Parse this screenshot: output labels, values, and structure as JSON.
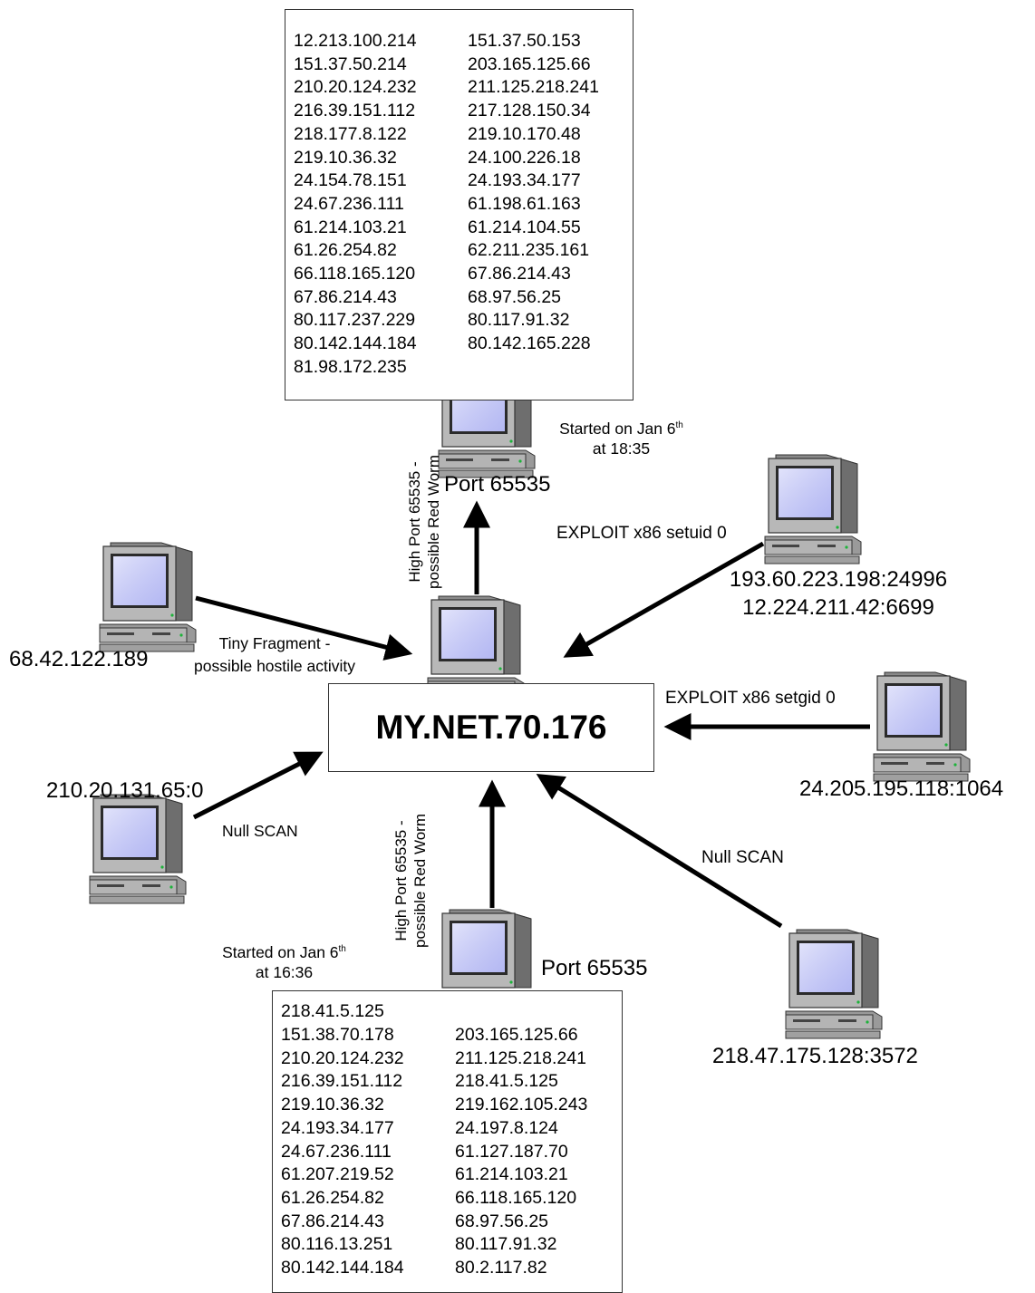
{
  "center_node": {
    "label": "MY.NET.70.176"
  },
  "top_node": {
    "port": "Port 65535",
    "started_line1_prefix": "Started on Jan 6",
    "started_line1_sup": "th",
    "started_line2": "at 18:35",
    "edge_label_line1": "High Port 65535 -",
    "edge_label_line2": "possible Red Worm",
    "ip_list": [
      "12.213.100.214",
      "151.37.50.153",
      "151.37.50.214",
      "203.165.125.66",
      "210.20.124.232",
      "211.125.218.241",
      "216.39.151.112",
      "217.128.150.34",
      "218.177.8.122",
      "219.10.170.48",
      "219.10.36.32",
      "24.100.226.18",
      "24.154.78.151",
      "24.193.34.177",
      "24.67.236.111",
      "61.198.61.163",
      "61.214.103.21",
      "61.214.104.55",
      "61.26.254.82",
      "62.211.235.161",
      "66.118.165.120",
      "67.86.214.43",
      "67.86.214.43",
      "68.97.56.25",
      "80.117.237.229",
      "80.117.91.32",
      "80.142.144.184",
      "80.142.165.228",
      "81.98.172.235"
    ]
  },
  "bottom_node": {
    "port": "Port 65535",
    "started_line1_prefix": "Started on Jan 6",
    "started_line1_sup": "th",
    "started_line2": "at 16:36",
    "edge_label_line1": "High Port 65535 -",
    "edge_label_line2": "possible Red Worm",
    "ip_first": "218.41.5.125",
    "ip_list": [
      "151.38.70.178",
      "203.165.125.66",
      "210.20.124.232",
      "211.125.218.241",
      "216.39.151.112",
      "218.41.5.125",
      "219.10.36.32",
      "219.162.105.243",
      "24.193.34.177",
      "24.197.8.124",
      "24.67.236.111",
      "61.127.187.70",
      "61.207.219.52",
      "61.214.103.21",
      "61.26.254.82",
      "66.118.165.120",
      "67.86.214.43",
      "68.97.56.25",
      "80.116.13.251",
      "80.117.91.32",
      "80.142.144.184",
      "80.2.117.82"
    ]
  },
  "left_top_node": {
    "address": "68.42.122.189",
    "edge_label_line1": "Tiny Fragment -",
    "edge_label_line2": "possible hostile activity"
  },
  "left_bottom_node": {
    "address": "210.20.131.65:0",
    "edge_label": "Null SCAN"
  },
  "right_top_node": {
    "address_line1": "193.60.223.198:24996",
    "address_line2": "12.224.211.42:6699",
    "edge_label": "EXPLOIT x86 setuid 0"
  },
  "right_mid_node": {
    "address": "24.205.195.118:1064",
    "edge_label": "EXPLOIT x86 setgid 0"
  },
  "right_bottom_node": {
    "address": "218.47.175.128:3572",
    "edge_label": "Null SCAN"
  }
}
